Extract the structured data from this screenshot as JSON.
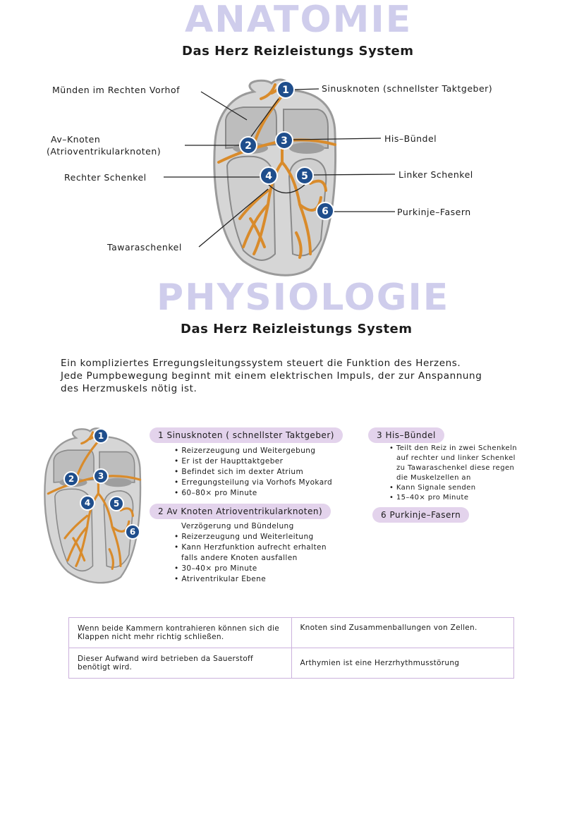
{
  "anatomie": {
    "banner": "ANATOMIE",
    "subtitle": "Das Herz Reizleistungs System",
    "labels": {
      "munden": "Münden im Rechten Vorhof",
      "av1": "Av–Knoten",
      "av2": "(Atrioventrikularknoten)",
      "rechter": "Rechter Schenkel",
      "tawara": "Tawaraschenkel",
      "sinus": "Sinusknoten (schnellster Taktgeber)",
      "his": "His–Bündel",
      "linker": "Linker Schenkel",
      "purkinje": "Purkinje–Fasern"
    },
    "badges": [
      "1",
      "2",
      "3",
      "4",
      "5",
      "6"
    ]
  },
  "physiologie": {
    "banner": "PHYSIOLOGIE",
    "subtitle": "Das Herz Reizleistungs System",
    "intro": [
      "Ein kompliziertes Erregungsleitungssystem steuert die Funktion des Herzens.",
      "Jede Pumpbewegung beginnt mit einem elektrischen Impuls, der zur Anspannung",
      "des Herzmuskels nötig ist."
    ],
    "badges": [
      "1",
      "2",
      "3",
      "4",
      "5",
      "6"
    ],
    "sections": [
      {
        "heading": "1  Sinusknoten ( schnellster Taktgeber)",
        "items": [
          "Reizerzeugung und Weitergebung",
          "Er ist der Haupttaktgeber",
          "Befindet sich im dexter Atrium",
          "Erregungsteilung via Vorhofs Myokard",
          "60–80× pro Minute"
        ]
      },
      {
        "heading": "2  Av Knoten  Atrioventrikularknoten)",
        "items": [
          "Verzögerung und Bündelung",
          "Reizerzeugung und Weiterleitung",
          "Kann Herzfunktion aufrecht erhalten",
          "falls andere Knoten ausfallen",
          "30–40× pro Minute",
          "Atriventrikular Ebene"
        ]
      },
      {
        "heading": "3 His–Bündel",
        "items": [
          "Teilt den Reiz in zwei Schenkeln",
          "auf rechter und linker Schenkel",
          "zu Tawaraschenkel diese regen",
          "die Muskelzellen an",
          "Kann Signale senden",
          "15–40× pro Minute"
        ]
      },
      {
        "heading": "6 Purkinje–Fasern",
        "items": []
      }
    ]
  },
  "table": {
    "rows": [
      [
        "Wenn beide Kammern kontrahieren können sich die Klappen nicht mehr richtig schließen.",
        "Knoten sind Zusammenballungen von Zellen."
      ],
      [
        "Dieser Aufwand wird betrieben da Sauerstoff benötigt wird.",
        "Arthymien ist eine Herzrhythmusstörung"
      ]
    ]
  },
  "colors": {
    "banner": "#cfcdec",
    "pill": "#e3d3ec",
    "badge": "#1f4e8c",
    "conduction": "#d98b2b",
    "heart": "#d9d9d9",
    "table_border": "#cbb1dc"
  }
}
